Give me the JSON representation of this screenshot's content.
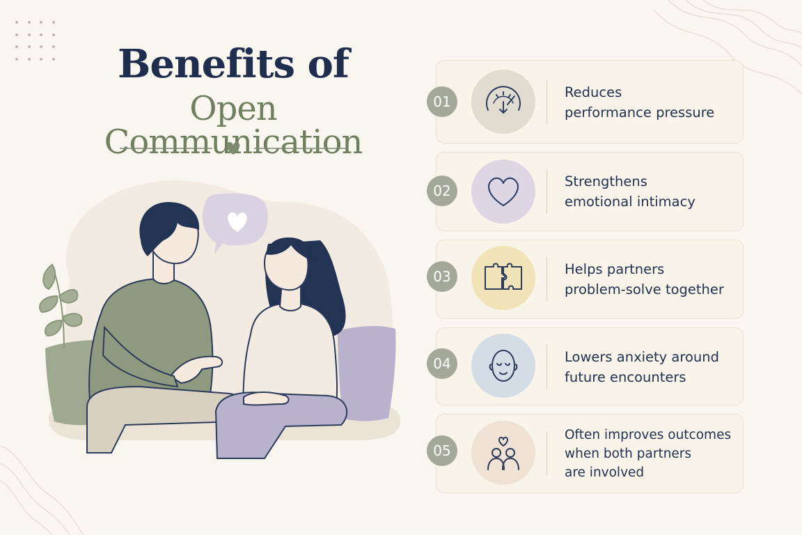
{
  "title": {
    "line1": "Benefits of",
    "line2": "Open Communication"
  },
  "colors": {
    "navy": "#1f2e4f",
    "sage": "#6f7f60",
    "cream": "#f9f6ef",
    "lavender": "#b9b2cc"
  },
  "benefits": [
    {
      "number": "01",
      "icon": "gauge-icon",
      "line1": "Reduces",
      "line2": "performance pressure"
    },
    {
      "number": "02",
      "icon": "heart-icon",
      "line1": "Strengthens",
      "line2": "emotional intimacy"
    },
    {
      "number": "03",
      "icon": "puzzle-icon",
      "line1": "Helps partners",
      "line2": "problem-solve together"
    },
    {
      "number": "04",
      "icon": "calm-face-icon",
      "line1": "Lowers anxiety around",
      "line2": "future encounters"
    },
    {
      "number": "05",
      "icon": "couple-heart-icon",
      "line1": "Often improves outcomes",
      "line2": "when both partners",
      "line3": "are involved"
    }
  ]
}
